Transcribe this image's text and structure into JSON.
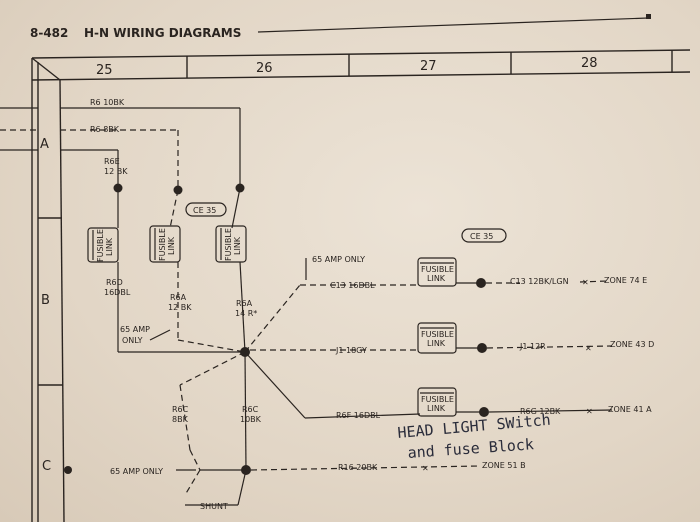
{
  "header": {
    "page_number": "8-482",
    "title": "H-N  WIRING DIAGRAMS"
  },
  "zones": [
    "25",
    "26",
    "27",
    "28"
  ],
  "rows": [
    "A",
    "B",
    "C"
  ],
  "wires": {
    "r6_10bk": "R6 10BK",
    "r6_8bk": "R6 8BK",
    "r6e": "R6E",
    "r6e_gauge": "12 BK",
    "r6d": "R6D",
    "r6d_gauge": "16DBL",
    "r6a_left": "R6A",
    "r6a_left_gauge": "12 BK",
    "r6a_right": "R6A",
    "r6a_right_gauge": "14 R*",
    "amp65_left_1": "65 AMP",
    "amp65_left_2": "ONLY",
    "amp65_top": "65 AMP ONLY",
    "c13_16dbl": "C13  16DBL",
    "c13_right": "C13 12BK/LGN",
    "j1_18gy": "J1  18GY",
    "j1_12r": "J1 12R",
    "r6f_16dbl": "R6F  16DBL",
    "r6g": "R6G 12BK",
    "r6c_left": "R6C",
    "r6c_left_gauge": "8BK",
    "r6c_right": "R6C",
    "r6c_right_gauge": "10BK",
    "amp65_bottom": "65 AMP ONLY",
    "r16_20bk": "R16  20BK",
    "shunt": "SHUNT"
  },
  "fusible_link": {
    "line1": "FUSIBLE",
    "line2": "LINK"
  },
  "ce_labels": [
    "CE 35",
    "CE 35"
  ],
  "zone_refs": [
    "ZONE 74 E",
    "ZONE 43 D",
    "ZONE 41 A",
    "ZONE 51 B"
  ],
  "handwritten": {
    "line1": "HEAD LIGHT SWitch",
    "line2": "and fuse Block"
  }
}
